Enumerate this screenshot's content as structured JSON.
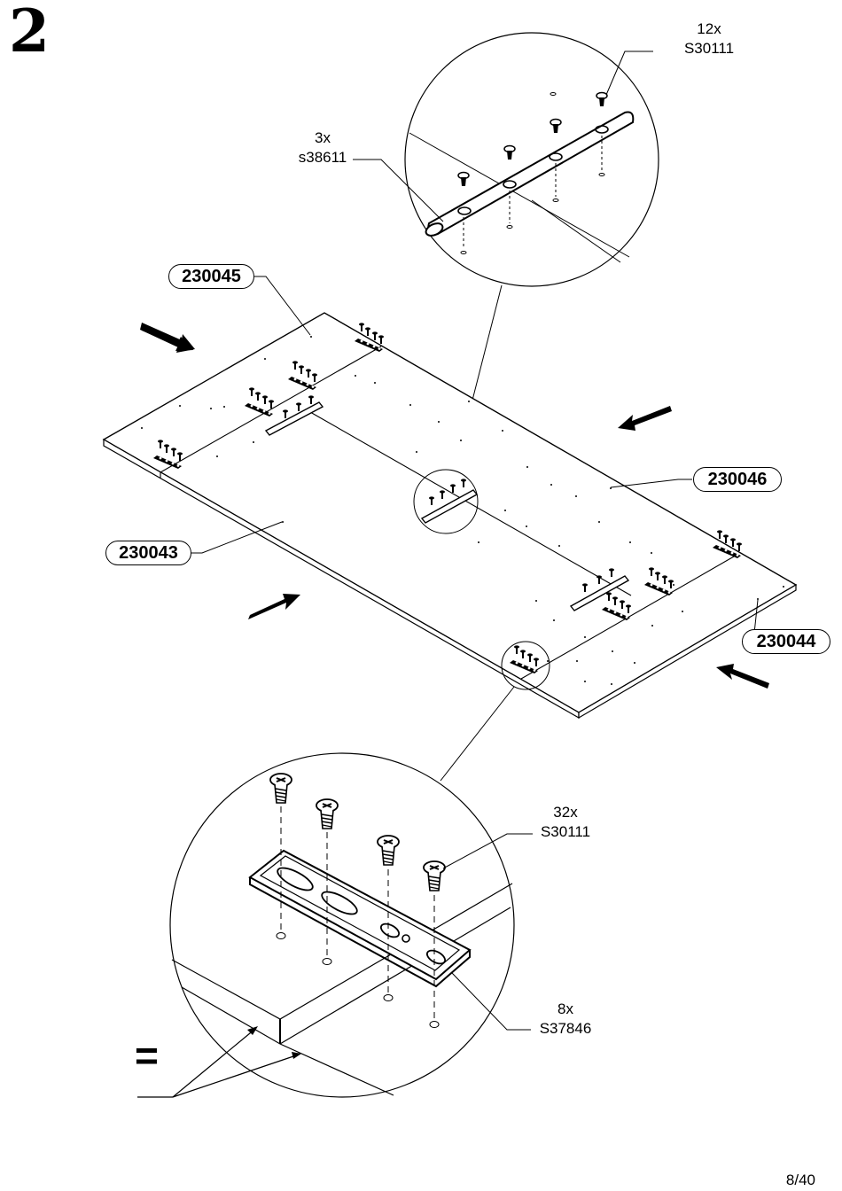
{
  "step": {
    "number": "2"
  },
  "top_detail": {
    "qty": "12x",
    "code": "S30111",
    "tube_qty": "3x",
    "tube_code": "s38611"
  },
  "bottom_detail": {
    "screw_qty": "32x",
    "screw_code": "S30111",
    "plate_qty": "8x",
    "plate_code": "S37846",
    "equal_sign": "="
  },
  "parts": {
    "p230045": "230045",
    "p230046": "230046",
    "p230043": "230043",
    "p230044": "230044"
  },
  "footer": {
    "page": "8/40"
  }
}
